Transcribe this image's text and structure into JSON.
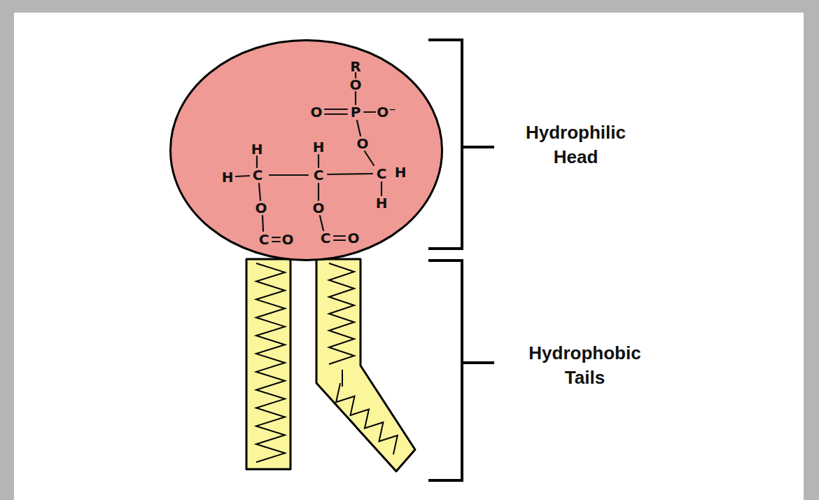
{
  "diagram": {
    "nodes": [
      {
        "text": [
          "R",
          "O",
          "O",
          "P",
          "O⁻",
          "O",
          "H",
          "H",
          "H",
          "C",
          "C",
          "C",
          "H",
          "H",
          "O",
          "O",
          "C",
          "O",
          "C",
          "O"
        ]
      }
    ],
    "labels": [
      "Hydrophilic Head",
      "Hydrophobic Tails"
    ]
  }
}
